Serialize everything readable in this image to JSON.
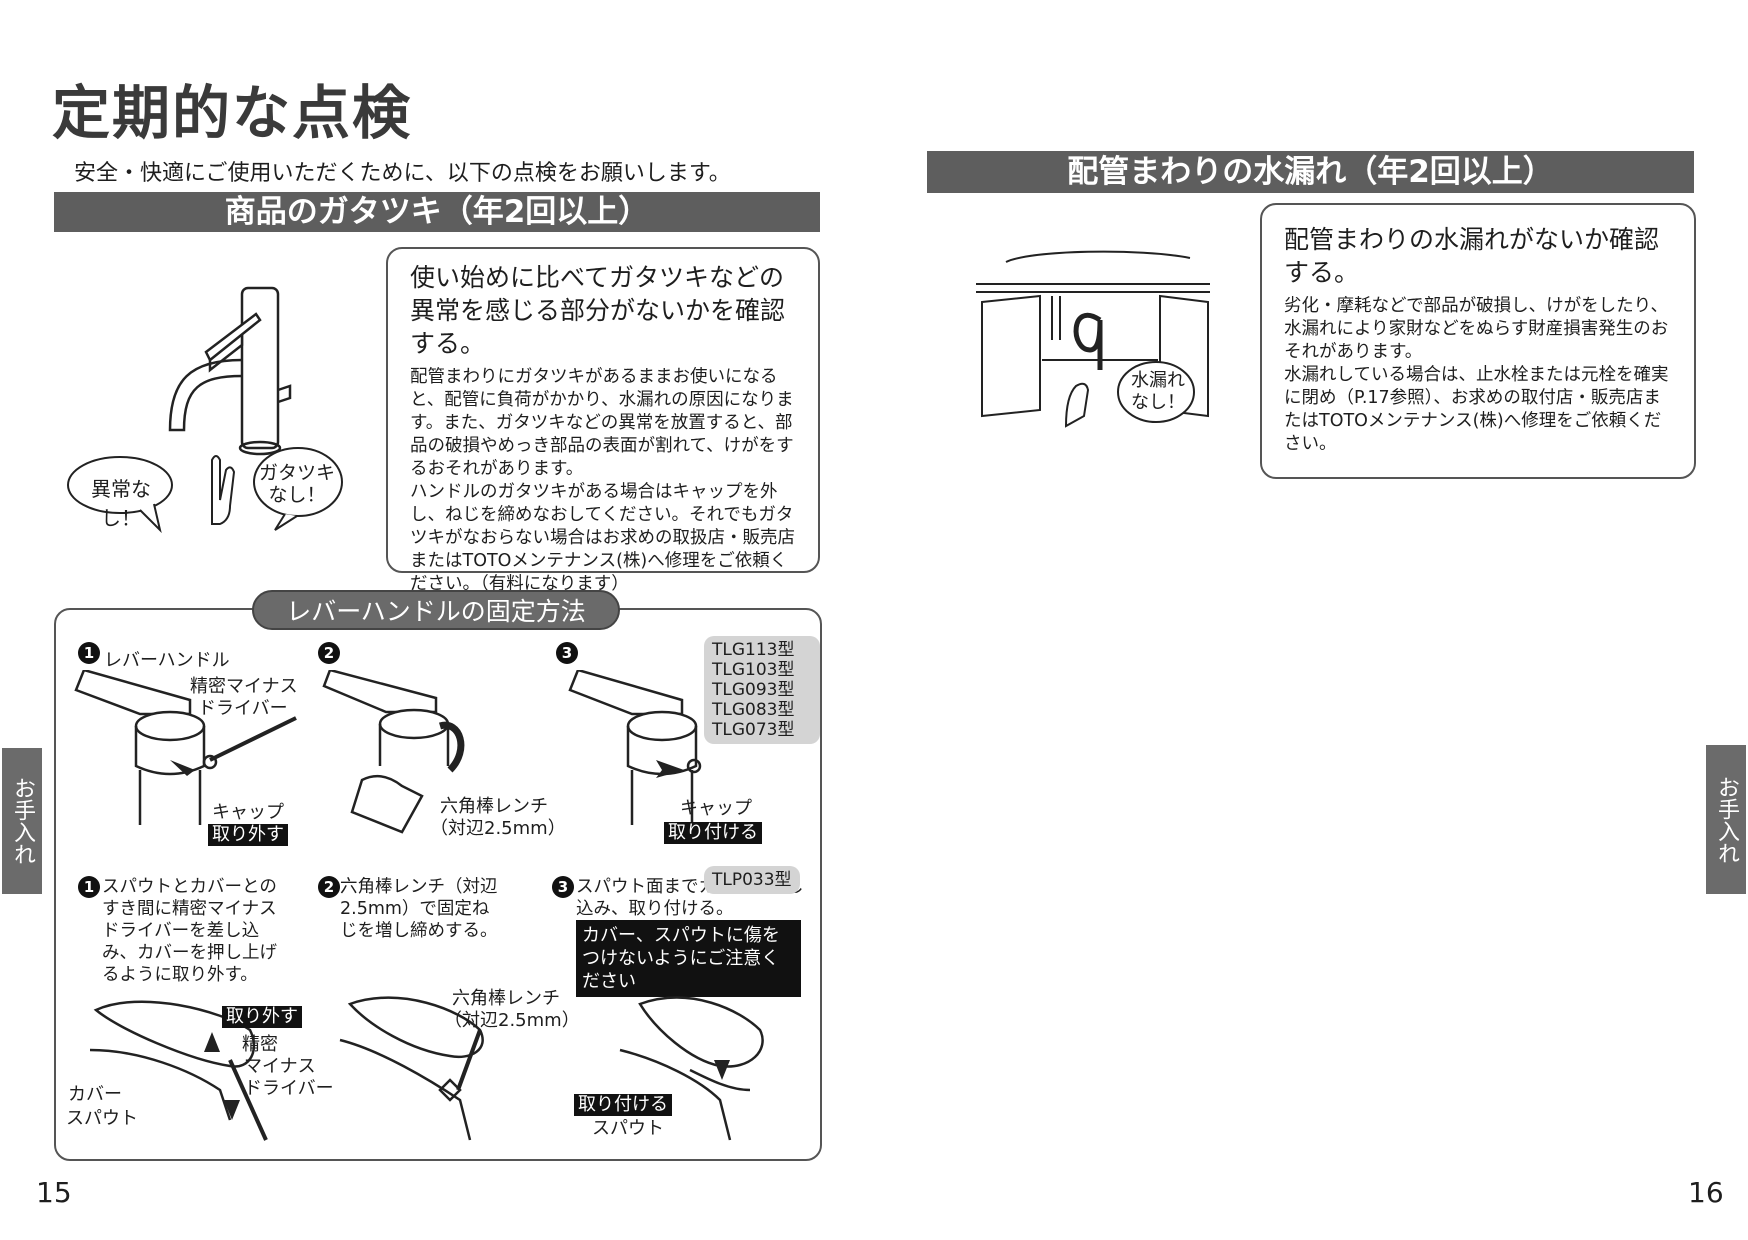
{
  "page_title": "定期的な点検",
  "intro": "安全・快適にご使用いただくために、以下の点検をお願いします。",
  "section1": {
    "bar_title": "商品のガタツキ（年2回以上）",
    "box_heading": "使い始めに比べてガタツキなどの異常を感じる部分がないかを確認する。",
    "box_body": "配管まわりにガタツキがあるままお使いになると、配管に負荷がかかり、水漏れの原因になります。また、ガタツキなどの異常を放置すると、部品の破損やめっき部品の表面が割れて、けがをするおそれがあります。",
    "box_body2": "ハンドルのガタツキがある場合はキャップを外し、ねじを締めなおしてください。それでもガタツキがなおらない場合はお求めの取扱店・販売店またはTOTOメンテナンス(株)へ修理をご依頼ください。（有料になります）",
    "bubble_left": "異常なし！",
    "bubble_right_1": "ガタツキ",
    "bubble_right_2": "なし！"
  },
  "section2": {
    "bar_title": "配管まわりの水漏れ（年2回以上）",
    "box_heading": "配管まわりの水漏れがないか確認する。",
    "box_body": "劣化・摩耗などで部品が破損し、けがをしたり、水漏れにより家財などをぬらす財産損害発生のおそれがあります。",
    "box_body2": "水漏れしている場合は、止水栓または元栓を確実に閉め（P.17参照）、お求めの取付店・販売店またはTOTOメンテナンス(株)へ修理をご依頼ください。",
    "bubble_1": "水漏れ",
    "bubble_2": "なし！"
  },
  "lever": {
    "title": "レバーハンドルの固定方法",
    "nums": [
      "1",
      "2",
      "3"
    ],
    "lbl_lever_handle": "レバーハンドル",
    "lbl_driver_1": "精密マイナス",
    "lbl_driver_2": "ドライバー",
    "lbl_cap": "キャップ",
    "lbl_remove": "取り外す",
    "lbl_hex_1": "六角棒レンチ",
    "lbl_hex_2": "（対辺2.5mm）",
    "lbl_attach": "取り付ける",
    "models_a": [
      "TLG113型",
      "TLG103型",
      "TLG093型",
      "TLG083型",
      "TLG073型"
    ],
    "model_b": "TLP033型",
    "step1": "スパウトとカバーとのすき間に精密マイナスドライバーを差し込み、カバーを押し上げるように取り外す。",
    "step2": "六角棒レンチ（対辺2.5mm）で固定ねじを増し締めする。",
    "step3": "スパウト面までカバーを押し込み、取り付ける。",
    "caution": "カバー、スパウトに傷をつけないようにご注意ください",
    "b_seimitsu": "精密",
    "b_minus": "マイナス",
    "b_driver": "ドライバー",
    "b_cover": "カバー",
    "b_spout": "スパウト"
  },
  "side_tab": "お手入れ",
  "page_left": "15",
  "page_right": "16"
}
